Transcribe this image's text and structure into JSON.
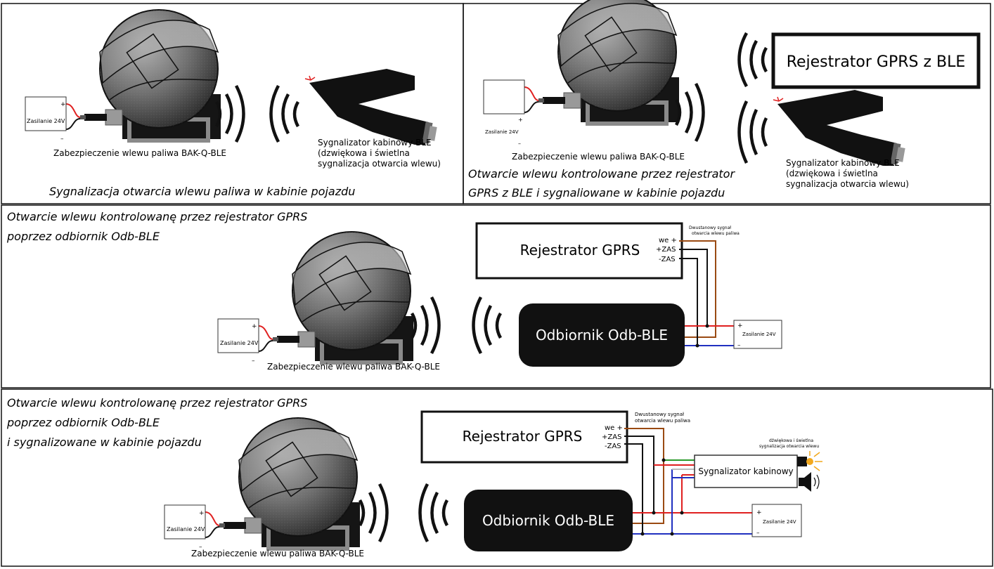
{
  "panels": [
    {
      "caption": "Sygnalizacja otwarcia wlewu paliwa w kabinie pojazdu",
      "device_label": "Zabezpieczenie wlewu paliwa BAK-Q-BLE",
      "psu_label": "Zasilanie 24V",
      "psu_plus": "+",
      "psu_minus": "–",
      "signaler_label": [
        "Sygnalizator kabinowy BLE",
        "(dzwiękowa i świetlna",
        "sygnalizacja otwarcia wlewu)"
      ]
    },
    {
      "caption": [
        "Otwarcie wlewu kontrolowane przez rejestrator",
        "GPRS z BLE i sygnaliowane w kabinie pojazdu"
      ],
      "device_label": "Zabezpieczenie wlewu paliwa BAK-Q-BLE",
      "psu_label": "Zasilanie 24V",
      "psu_plus": "+",
      "psu_minus": "–",
      "recorder_label": "Rejestrator GPRS z BLE",
      "signaler_label": [
        "Sygnalizator kabinowy BLE",
        "(dzwiękowa i świetlna",
        "sygnalizacja otwarcia wlewu)"
      ]
    },
    {
      "caption": [
        "Otwarcie wlewu kontrolowanę przez rejestrator GPRS",
        "poprzez odbiornik Odb-BLE"
      ],
      "device_label": "Zabezpieczenie wlewu paliwa BAK-Q-BLE",
      "psu_label": "Zasilanie 24V",
      "psu_plus": "+",
      "psu_minus": "–",
      "recorder_label": "Rejestrator GPRS",
      "terminals": [
        "we +",
        "+ZAS",
        "-ZAS"
      ],
      "signal_note": [
        "Dwustanowy sygnał",
        "otwarcia wlewu paliwa"
      ],
      "receiver_label": "Odbiornik Odb-BLE"
    },
    {
      "caption": [
        "Otwarcie wlewu kontrolowanę przez rejestrator GPRS",
        "poprzez odbiornik Odb-BLE",
        "i sygnalizowane w kabinie pojazdu"
      ],
      "device_label": "Zabezpieczenie wlewu paliwa BAK-Q-BLE",
      "psu_label": "Zasilanie 24V",
      "psu_plus": "+",
      "psu_minus": "–",
      "recorder_label": "Rejestrator GPRS",
      "terminals": [
        "we +",
        "+ZAS",
        "-ZAS"
      ],
      "signal_note": [
        "Dwustanowy sygnał",
        "otwarcia wlewu paliwa"
      ],
      "receiver_label": "Odbiornik Odb-BLE",
      "cabin_signaler_label": "Sygnalizator kabinowy",
      "cabin_note": [
        "dźwiękowa i świetlna",
        "sygnalizacja otwarcia wlewu"
      ]
    }
  ],
  "colors": {
    "wire_power": "#e02020",
    "wire_signal": "#9a4a12",
    "wire_ground": "#2030c0",
    "wire_green": "#2a9a2a",
    "wire_black": "#111111",
    "device_dark": "#1a1a1a",
    "lamp": "#f2a81d"
  }
}
